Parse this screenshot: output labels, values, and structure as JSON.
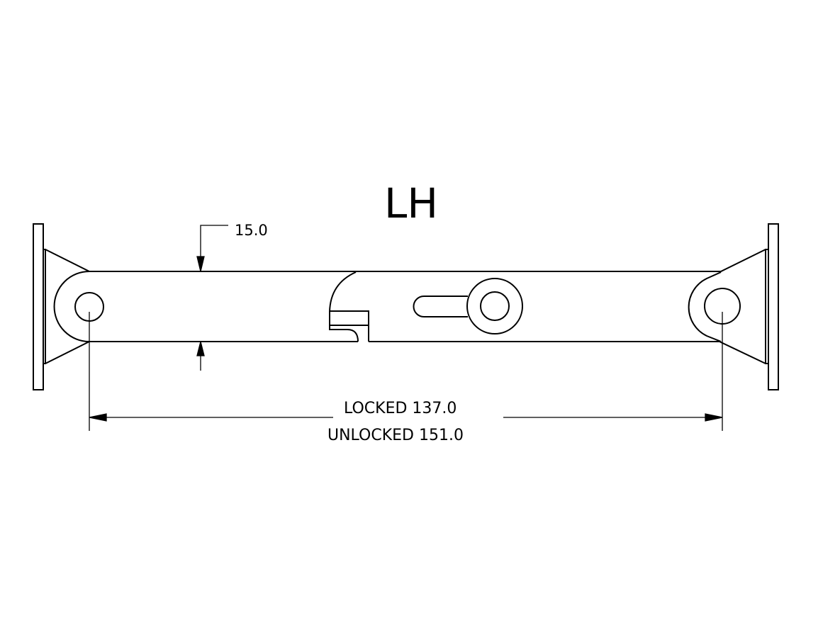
{
  "drawing": {
    "title": "LH",
    "thickness_dimension": "15.0",
    "locked_dimension": "LOCKED 137.0",
    "unlocked_dimension": "UNLOCKED 151.0",
    "line_color": "#000000",
    "background_color": "#ffffff"
  }
}
